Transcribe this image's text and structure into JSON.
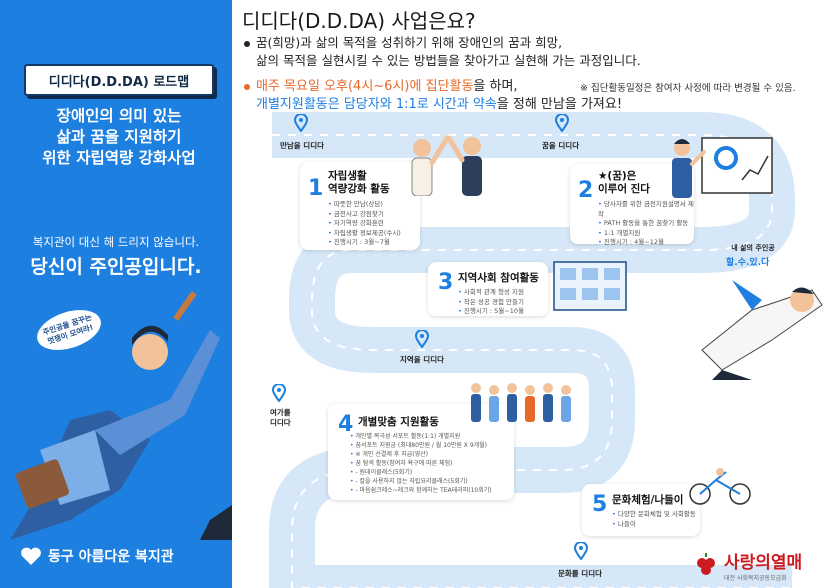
{
  "left": {
    "roadmap_badge": "디디다(D.D.DA) 로드맵",
    "title_line1": "장애인의 의미 있는",
    "title_line2": "삶과 꿈을 지원하기",
    "title_line3": "위한 자립역량 강화사업",
    "sub1": "복지관이 대신 해 드리지 않습니다.",
    "sub2": "당신이 주인공입니다.",
    "bubble_line1": "주인공을 꿈꾸는",
    "bubble_line2": "멋쟁이 모여라!",
    "logo_text": "동구 아름다운 복지관"
  },
  "right": {
    "heading": "디디다(D.D.DA) 사업은요?",
    "bullet1_line1": "꿈(희망)과 삶의 목적을 성취하기 위해 장애인의 꿈과 희망,",
    "bullet1_line2": "삶의 목적을 실현시킬 수 있는 방법들을 찾아가고 실현해 가는 과정입니다.",
    "bullet2_orange": "매주 목요일 오후(4시~6시)에 집단활동",
    "bullet2_rest": "을 하며,",
    "notice": "※ 집단활동일정은 참여자 사정에 따라 변경될 수 있음.",
    "bullet3_blue": "개별지원활동은 담당자와 1:1로 시간과 약속",
    "bullet3_rest": "을 정해 만남을 가져요!"
  },
  "pins": {
    "meet": "만남을 디디다",
    "dream": "꿈을 디디다",
    "region": "지역을 디디다",
    "leisure_1": "여가를",
    "leisure_2": "디디다",
    "culture": "문화를 디디다"
  },
  "cards": {
    "c1": {
      "num": "1",
      "title1": "자립생활",
      "title2": "역량강화 활동",
      "items": [
        "따뜻한 만남(상담)",
        "금전사고 강점찾기",
        "자기역량 강화훈련",
        "자립생활 정보제공(수시)",
        "진행시기 : 3월~7월"
      ]
    },
    "c2": {
      "num": "2",
      "title1": "★(꿈)은",
      "title2": "이루어 진다",
      "items": [
        "당사자를 위한 금전지원설명서 제작",
        "PATH 활동을 통한 꿈찾기 활동",
        "1:1 개별지원",
        "진행시기 : 4월~12월"
      ]
    },
    "c3": {
      "num": "3",
      "title1": "지역사회 참여활동",
      "items": [
        "사회적 관계 형성 지원",
        "작은 성공 경험 만들기",
        "진행시기 : 5월~10월"
      ]
    },
    "c4": {
      "num": "4",
      "title1": "개별맞춤 지원활동",
      "items": [
        "개인별 목극성 서포트 활동(1:1) 개별지원",
        "꿈서포트 지원금 (최대80만원 / 월 10만원 X 9개월)",
        "※ 개인 선결제 후 지급(영산)",
        "꿈 탐색 활동(참여자 욕구에 따른 체험)",
        "- 원데이클래스(5회기)",
        "- 칼을 사용하지 않는 자립요리클래스(5회기)",
        "- 마음쉼크레스~레크와 함께하는 TEA테라피(10회기)"
      ]
    },
    "c5": {
      "num": "5",
      "title1": "문화체험/나들이",
      "items": [
        "다양한 문화체험 및 사회활동",
        "나들이"
      ]
    }
  },
  "hero": {
    "line1": "내 삶의 주인공",
    "line2": "할.수.있.다"
  },
  "brand": {
    "name": "사랑의열매",
    "sub": "대전 사회복지공동모금회"
  },
  "colors": {
    "blue": "#1d7fe0",
    "orange": "#e8692a",
    "road": "#d6e8f8",
    "brand_red": "#cc1b20"
  }
}
